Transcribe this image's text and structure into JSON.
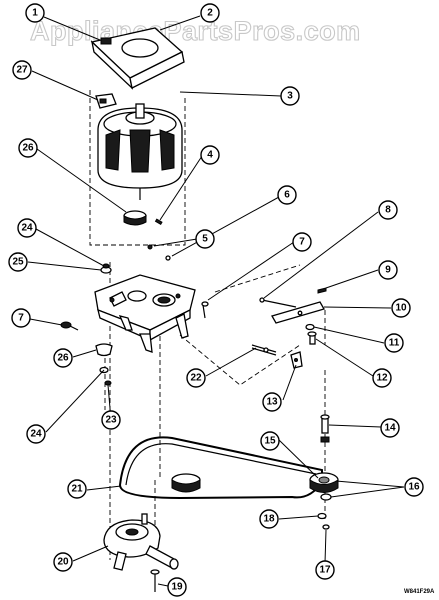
{
  "watermark": "AppliancePartsPros.com",
  "diagram_code": "W841F29A",
  "callouts": [
    "1",
    "2",
    "3",
    "4",
    "5",
    "6",
    "7",
    "7",
    "8",
    "9",
    "10",
    "11",
    "12",
    "13",
    "14",
    "15",
    "16",
    "17",
    "18",
    "19",
    "20",
    "21",
    "22",
    "23",
    "24",
    "24",
    "25",
    "26",
    "26",
    "27"
  ]
}
